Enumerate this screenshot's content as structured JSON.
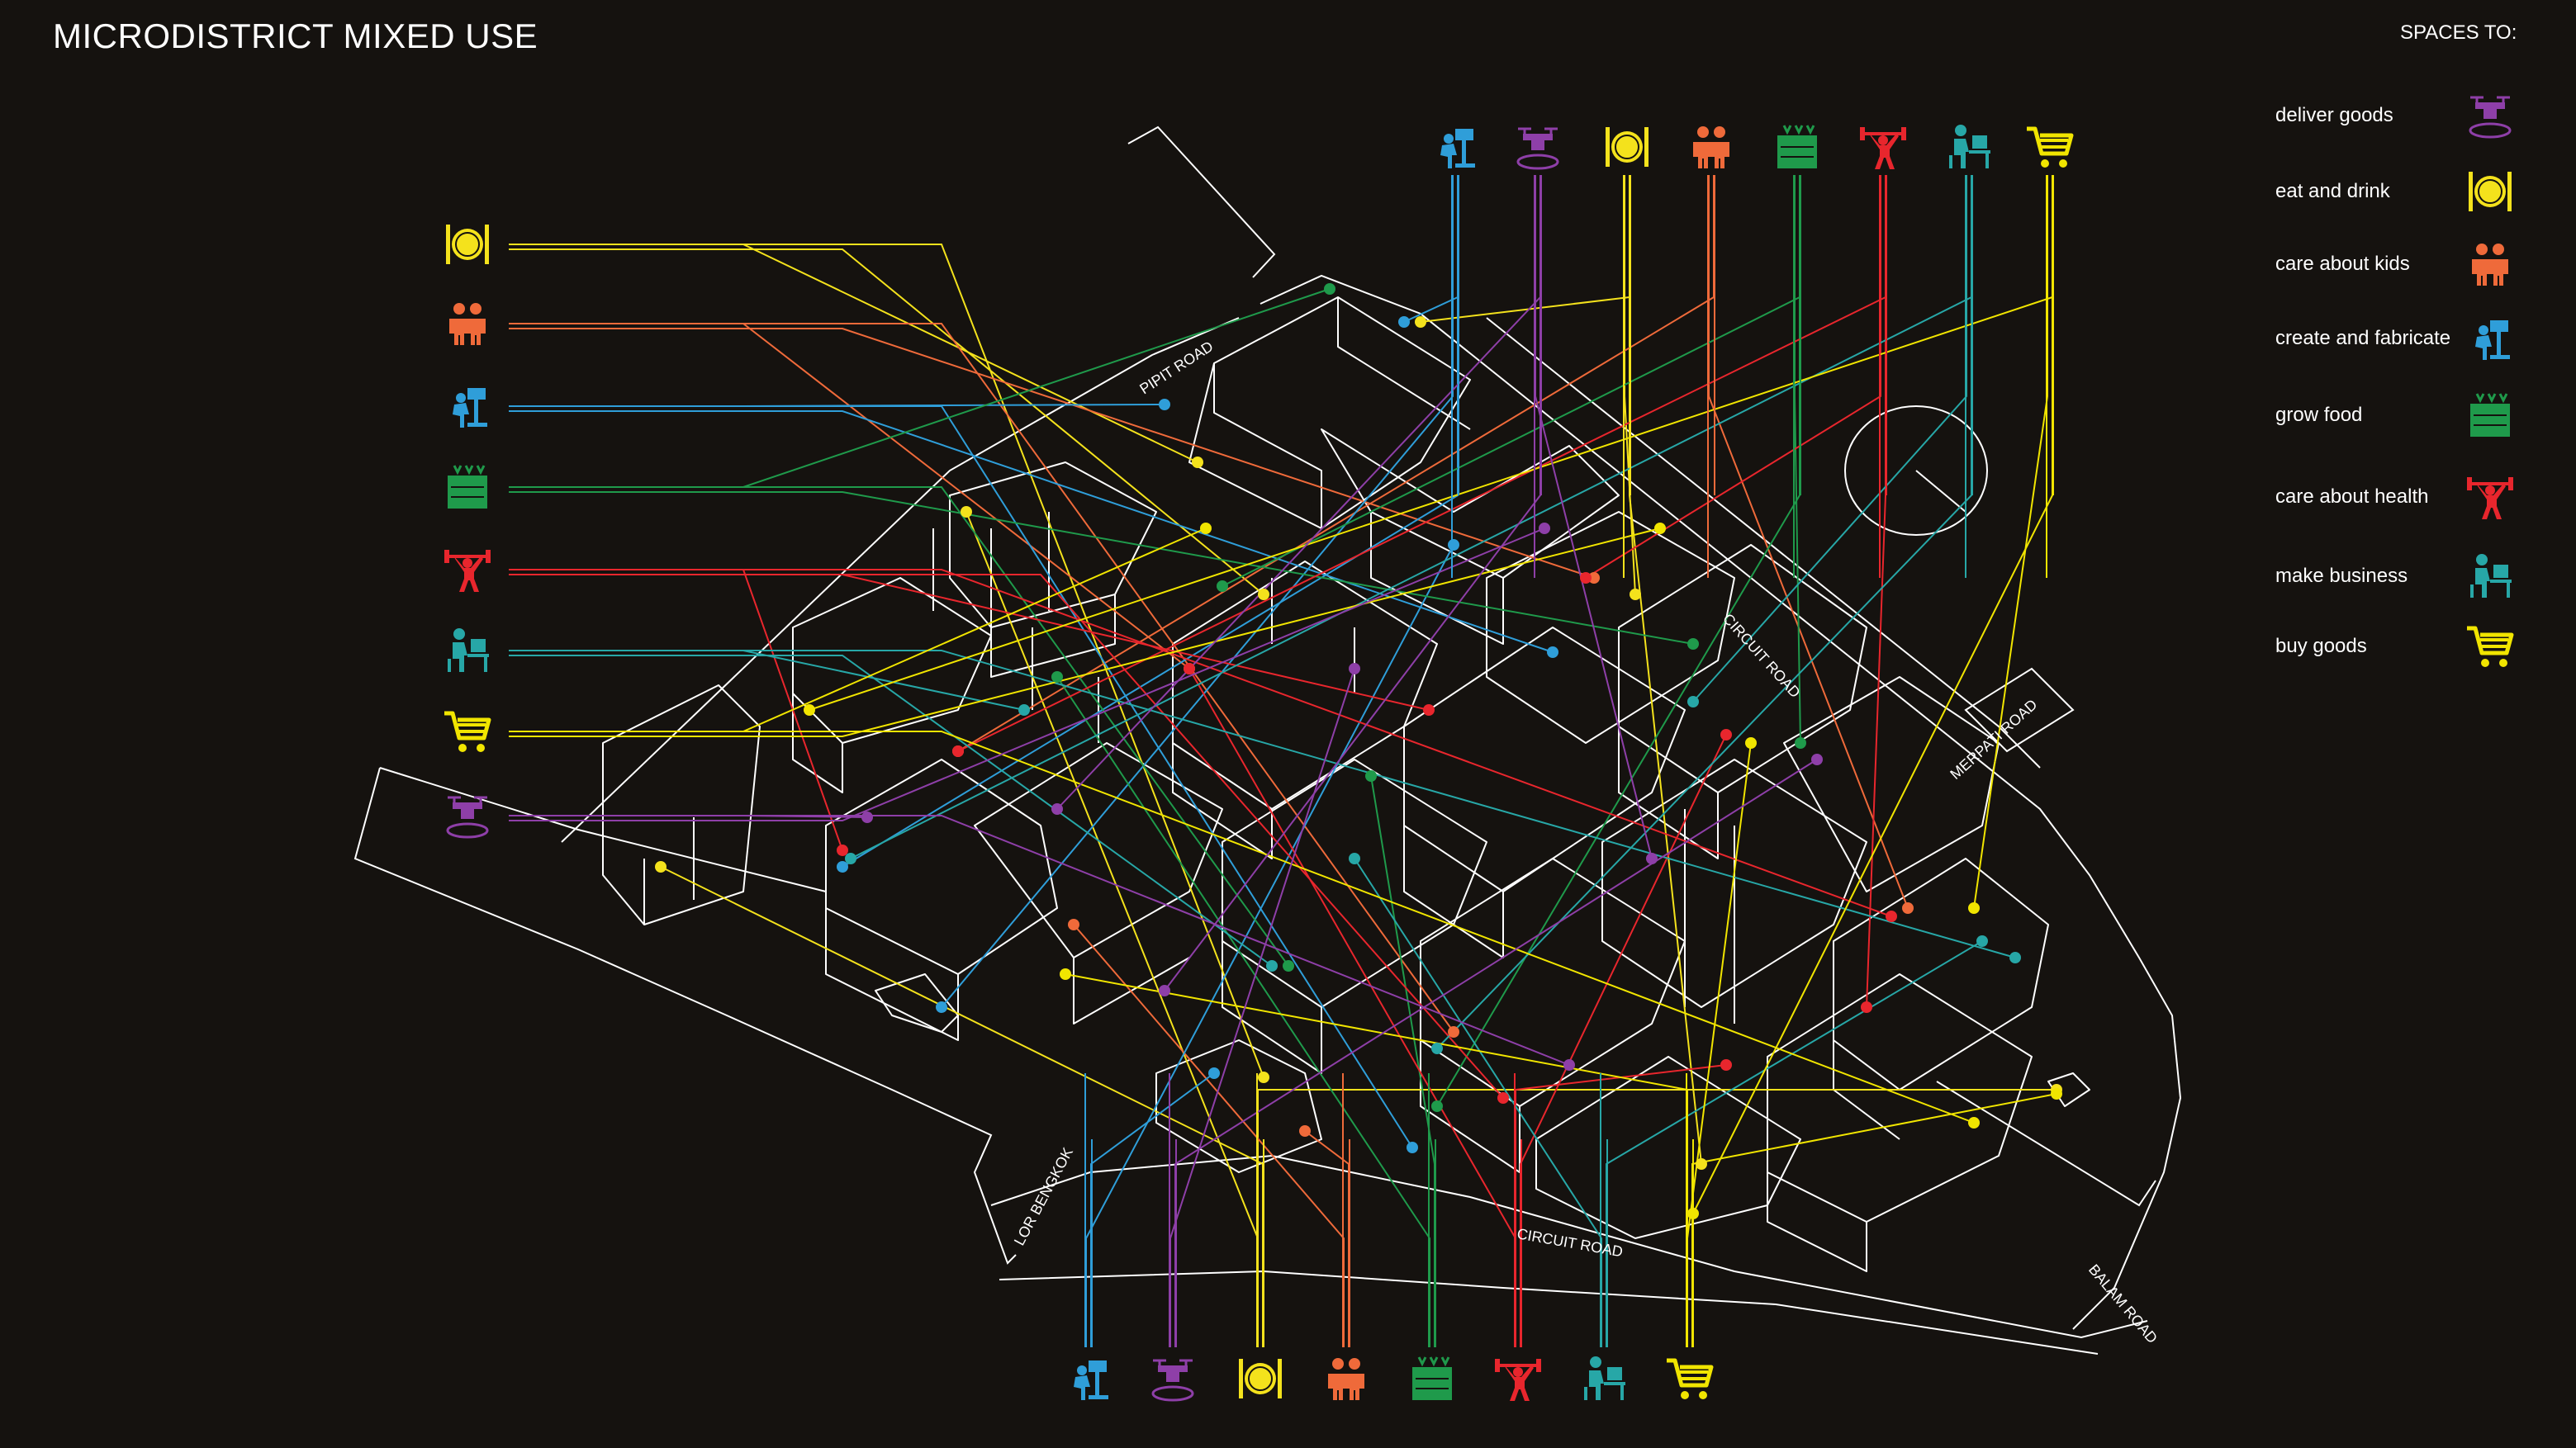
{
  "title": "MICRODISTRICT MIXED USE",
  "legend_header": "SPACES TO:",
  "categories": [
    {
      "key": "deliver",
      "label": "deliver goods",
      "icon": "drone-icon",
      "color": "#8e3fa8"
    },
    {
      "key": "eat",
      "label": "eat and drink",
      "icon": "plate-icon",
      "color": "#f4e21c"
    },
    {
      "key": "kids",
      "label": "care about kids",
      "icon": "kids-icon",
      "color": "#ef6a3a"
    },
    {
      "key": "create",
      "label": "create and fabricate",
      "icon": "maker-icon",
      "color": "#2f9ed9"
    },
    {
      "key": "grow",
      "label": "grow food",
      "icon": "plant-icon",
      "color": "#1f9a4b"
    },
    {
      "key": "health",
      "label": "care about health",
      "icon": "weightlifter-icon",
      "color": "#e8262d"
    },
    {
      "key": "business",
      "label": "make business",
      "icon": "desk-worker-icon",
      "color": "#27a7a7"
    },
    {
      "key": "buy",
      "label": "buy goods",
      "icon": "cart-icon",
      "color": "#f1e500"
    }
  ],
  "roads": {
    "pipit": "PIPIT ROAD",
    "circuit_north": "CIRCUIT ROAD",
    "merpati": "MERPATI ROAD",
    "lor_bengkok": "LOR BENGKOK",
    "circuit_south": "CIRCUIT ROAD",
    "balam": "BALAM ROAD"
  },
  "icon_rows": {
    "left": [
      "eat",
      "kids",
      "create",
      "grow",
      "health",
      "business",
      "buy",
      "deliver"
    ],
    "top": [
      "create",
      "deliver",
      "eat",
      "kids",
      "grow",
      "health",
      "business",
      "buy"
    ],
    "bottom": [
      "create",
      "deliver",
      "eat",
      "kids",
      "grow",
      "health",
      "business",
      "buy"
    ]
  }
}
